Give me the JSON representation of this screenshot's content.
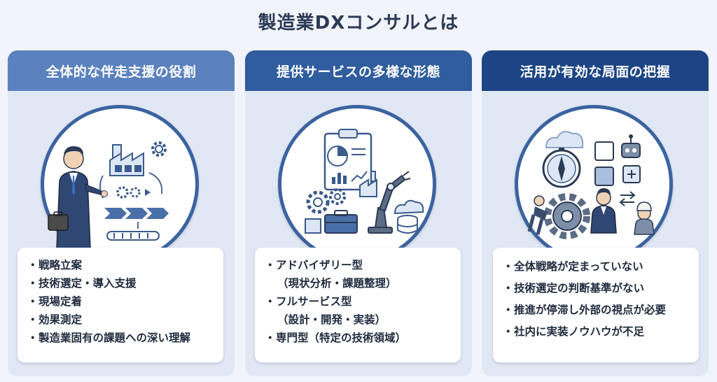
{
  "title": "製造業DXコンサルとは",
  "columns": [
    {
      "heading": "全体的な伴走支援の役割",
      "illustration": "consultant-factory-process",
      "items": [
        {
          "text": "戦略立案"
        },
        {
          "text": "技術選定・導入支援"
        },
        {
          "text": "現場定着"
        },
        {
          "text": "効果測定"
        },
        {
          "text": "製造業固有の課題への深い理解"
        }
      ]
    },
    {
      "heading": "提供サービスの多様な形態",
      "illustration": "services-clipboard-tools-robot",
      "items": [
        {
          "text": "アドバイザリー型",
          "sub": "（現状分析・課題整理）"
        },
        {
          "text": "フルサービス型",
          "sub": "（設計・開発・実装）"
        },
        {
          "text": "専門型（特定の技術領域）"
        }
      ]
    },
    {
      "heading": "活用が有効な局面の把握",
      "illustration": "compass-gear-robot-workers",
      "items": [
        {
          "text": "全体戦略が定まっていない"
        },
        {
          "text": "技術選定の判断基準がない"
        },
        {
          "text": "推進が停滞し外部の視点が必要"
        },
        {
          "text": "社内に実装ノウハウが不足"
        }
      ]
    }
  ],
  "bullet": "・",
  "colors": {
    "head1": "#5b82be",
    "head2": "#2f5d9e",
    "head3": "#1d4585",
    "ring": "#3b63a0"
  }
}
